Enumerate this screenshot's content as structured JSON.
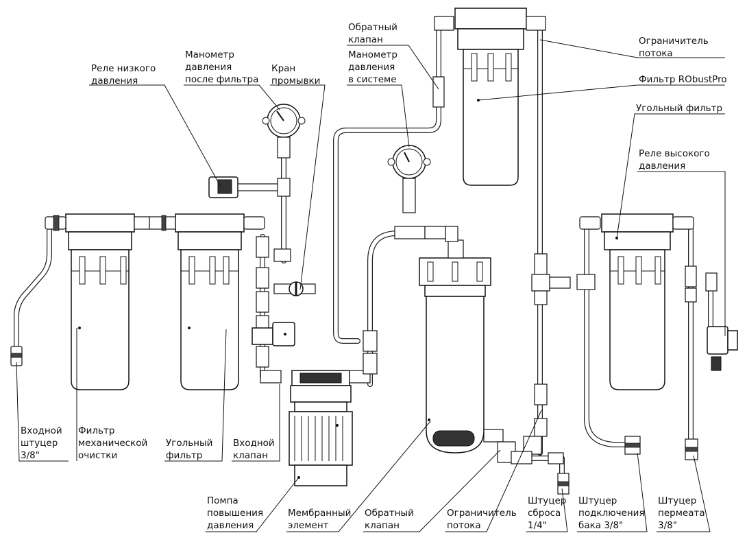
{
  "labels": {
    "low_pressure_relay": [
      "Реле низкого",
      "давления"
    ],
    "gauge_after_filter": [
      "Манометр",
      "давления",
      "после фильтра"
    ],
    "flush_valve": [
      "Кран",
      "промывки"
    ],
    "check_valve_top": [
      "Обратный",
      "клапан"
    ],
    "gauge_system": [
      "Манометр",
      "давления",
      "в системе"
    ],
    "flow_restrictor_top": [
      "Ограничитель",
      "потока"
    ],
    "robust_filter": [
      "Фильтр RObustPro"
    ],
    "carbon_filter_right": [
      "Угольный фильтр"
    ],
    "high_pressure_relay": [
      "Реле высокого",
      "давления"
    ],
    "inlet_fitting": [
      "Входной",
      "штуцер",
      "3/8\""
    ],
    "mech_filter": [
      "Фильтр",
      "механической",
      "очистки"
    ],
    "carbon_filter_left": [
      "Угольный",
      "фильтр"
    ],
    "inlet_valve": [
      "Входной",
      "клапан"
    ],
    "booster_pump": [
      "Помпа",
      "повышения",
      "давления"
    ],
    "membrane": [
      "Мембранный",
      "элемент"
    ],
    "check_valve_bottom": [
      "Обратный",
      "клапан"
    ],
    "flow_restrictor_bottom": [
      "Ограничитель",
      "потока"
    ],
    "drain_fitting": [
      "Штуцер",
      "сброса",
      "1/4\""
    ],
    "tank_fitting": [
      "Штуцер",
      "подключения",
      "бака 3/8\""
    ],
    "permeate_fitting": [
      "Штуцер",
      "пермеата",
      "3/8\""
    ]
  }
}
